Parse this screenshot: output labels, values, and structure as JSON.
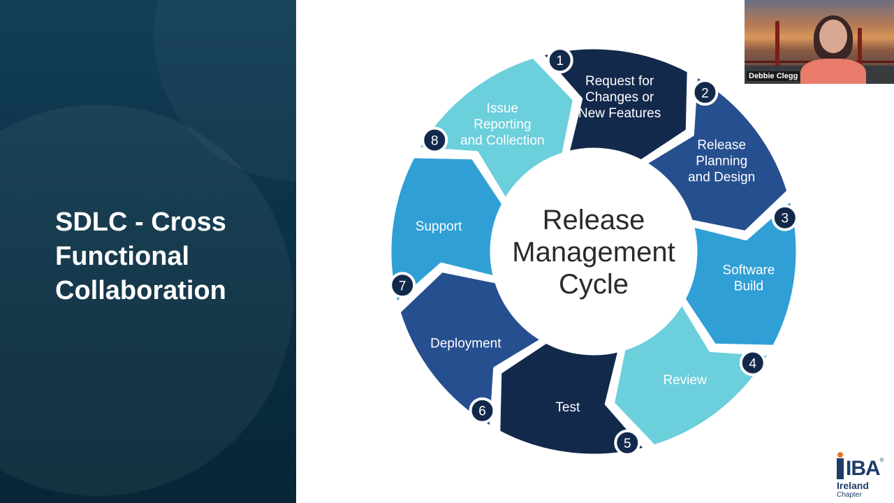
{
  "slide": {
    "title_lines": [
      "SDLC - Cross",
      "Functional",
      "Collaboration"
    ]
  },
  "diagram": {
    "center_lines": [
      "Release",
      "Management",
      "Cycle"
    ],
    "steps": [
      {
        "number": "1",
        "lines": [
          "Request for",
          "Changes or",
          "New Features"
        ],
        "color": "#13294b"
      },
      {
        "number": "2",
        "lines": [
          "Release",
          "Planning",
          "and Design"
        ],
        "color": "#264f8f"
      },
      {
        "number": "3",
        "lines": [
          "Software",
          "Build"
        ],
        "color": "#2f9fd5"
      },
      {
        "number": "4",
        "lines": [
          "Review"
        ],
        "color": "#6bcfdc"
      },
      {
        "number": "5",
        "lines": [
          "Test"
        ],
        "color": "#13294b"
      },
      {
        "number": "6",
        "lines": [
          "Deployment"
        ],
        "color": "#264f8f"
      },
      {
        "number": "7",
        "lines": [
          "Support"
        ],
        "color": "#2f9fd5"
      },
      {
        "number": "8",
        "lines": [
          "Issue",
          "Reporting",
          "and Collection"
        ],
        "color": "#6bcfdc"
      }
    ]
  },
  "video": {
    "participant_name": "Debbie Clegg"
  },
  "logo": {
    "mark_letter": "I",
    "mark_text": "IBA",
    "registered": "®",
    "line1": "Ireland",
    "line2": "Chapter",
    "color": "#1d3c6a",
    "accent": "#e3742c"
  }
}
